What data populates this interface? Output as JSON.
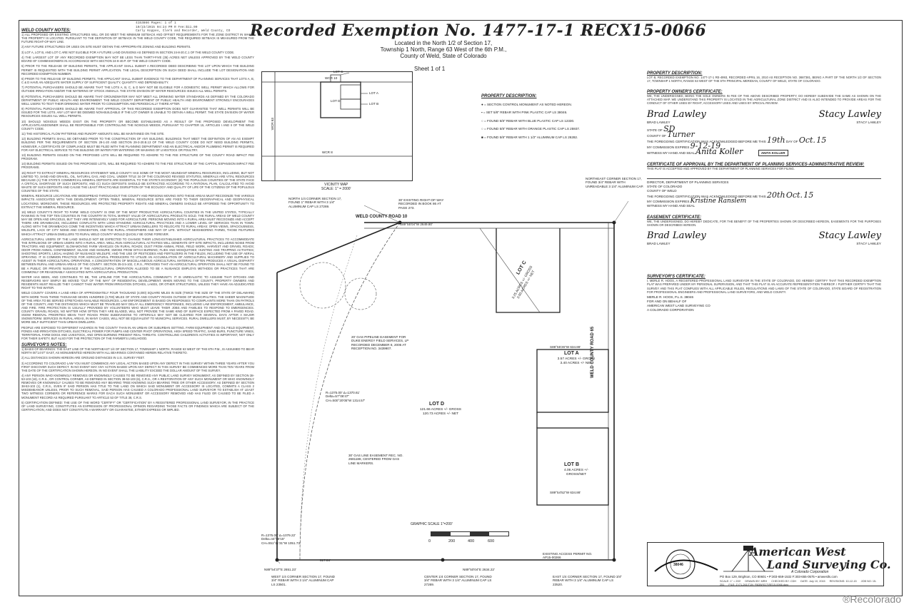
{
  "title": "Recorded Exemption No. 1477-17-1 RECX15-0066",
  "stamp": [
    "4153866 Pages: 1 of 1",
    "10/23/2015 04:24 PM R Fee:$11.00",
    "Carly Koppes, Clerk and Recorder, Weld County, CO"
  ],
  "subtitle": [
    "Located in the North 1/2 of Section 17,",
    "Township 1 North, Range 63 West of the 6th P.M.,",
    "County of Weld, State of Colorado"
  ],
  "sheet": "Sheet 1 of 1",
  "weld_notes": {
    "heading": "WELD COUNTY NOTES:",
    "items": [
      "1) ALL PROPOSED OR EXISTING STRUCTURES WILL OR DO MEET THE MINIMUM SETBACK AND OFFSET REQUIREMENTS FOR THE ZONE DISTRICT IN WHICH THE PROPERTY IS LOCATED. PURSUANT TO THE DEFINITION OF SETBACK IN THE WELD COUNTY CODE, THE REQUIRED SETBACK IS MEASURED FROM THE FUTURE RIGHT-OF-WAY LINE.",
      "2) ANY FUTURE STRUCTURES OR USES ON SITE MUST OBTAIN THE APPROPRIATE ZONING AND BUILDING PERMITS.",
      "3) LOT A, LOT B, AND LOT C ARE NOT ELIGIBLE FOR A FUTURE LAND DIVISIONS AS DEFINED IN SECTION 24-8-20.C.1 OF THE WELD COUNTY CODE.",
      "4) THE LARGEST LOT OF ANY RECORDED EXEMPTION MAY NOT BE LESS THAN THIRTY-FIVE (35) ACRES NET UNLESS APPROVED BY THE WELD COUNTY BOARD OF COMMISSIONERS IN ACCORDANCE WITH SECTION 24-8-40.P. OF THE WELD COUNTY CODE.",
      "5) PRIOR TO THE RELEASE OF BUILDING PERMITS, THE APPLICANT SHALL SUBMIT A RECORDED DEED DESCRIBING THE LOT UPON WHICH THE BUILDING PERMIT IS REQUESTED WITH THE BUILDING PERMIT APPLICATION. THE LEGAL DESCRIPTION ON SUCH DEED SHALL INCLUDE THE LOT DESIGNATION AND RECORDED EXEMPTION NUMBER.",
      "6) PRIOR TO THE RELEASE OF BUILDING PERMITS, THE APPLICANT SHALL SUBMIT EVIDENCE TO THE DEPARTMENT OF PLANNING SERVICES THAT LOTS A, B, C & D HAVE AN ADEQUATE WATER SUPPLY OF SUFFICIENT QUALITY, QUANTITY AND DEPENDABILITY.",
      "7) POTENTIAL PURCHASERS SHOULD BE AWARE THAT THE LOTS A, B, C, & D MAY NOT BE ELIGIBLE FOR A DOMESTIC WELL PERMIT WHICH ALLOWS FOR OUTSIDE IRRIGATION AND/OR THE WATERING OF STOCK ANIMALS. THE STATE DIVISION OF WATER RESOURCES ISSUES ALL WELL PERMITS.",
      "8) POTENTIAL PURCHASERS SHOULD BE AWARE THAT GROUNDWATER MAY NOT MEET ALL DRINKING WATER STANDARDS AS DEFINED BY THE COLORADO DEPARTMENT OF PUBLIC HEALTH AND ENVIRONMENT. THE WELD COUNTY DEPARTMENT OF PUBLIC HEALTH AND ENVIRONMENT STRONGLY ENCOURAGES WELL USERS TO TEST THEIR DRINKING WATER PRIOR TO CONSUMPTION AND PERIODICALLY THERE AFTER.",
      "9) POTENTIAL PURCHASERS SHOULD BE AWARE THAT APPROVAL OF THIS RECORDED EXEMPTION DOES NOT GUARANTEE THAT WELL PERMITS WILL BE ISSUED FOR THE LOTS. ANY LOT MAY BE DEEMED NON-BUILDABLE IF THE LOT OWNER IS UNABLE TO OBTAIN A WELL PERMIT. THE STATE DIVISION OF WATER RESOURCES ISSUES ALL WELL PERMITS.",
      "10) SHOULD NOXIOUS WEEDS EXIST ON THE PROPERTY OR BECOME ESTABLISHED AS A RESULT OF THE PROPOSED DEVELOPMENT THE APPLICANT/LANDOWNER SHALL BE RESPONSIBLE FOR CONTROLLING THE NOXIOUS WEEDS, PURSUANT TO CHAPTER 15, ARTICLES I AND II OF THE WELD COUNTY CODE.",
      "11) THE HISTORICAL FLOW PATTERNS AND RUNOFF AMOUNTS WILL BE MAINTAINED ON THE SITE.",
      "12) BUILDING PERMITS SHALL BE OBTAINED PRIOR TO THE CONSTRUCTION OF ANY BUILDING. BUILDINGS THAT MEET THE DEFINITION OF AN AG EXEMPT BUILDING PER THE REQUIREMENTS OF SECTION 29-1-20 AND SECTION 29-3-20.B.13 OF THE WELD COUNTY CODE DO NOT NEED BUILDING PERMITS, HOWEVER, A CERTIFICATE OF COMPLIANCE MUST BE FILED WITH THE PLANNING DEPARTMENT AND AN ELECTRICAL AND/OR PLUMBING PERMIT IS REQUIRED FOR ANY ELECTRICAL SERVICE TO THE BUILDING OR WATER FOR WATERING OR WASHING OF LIVESTOCK OR POULTRY.",
      "13) BUILDING PERMITS ISSUED ON THE PROPOSED LOTS WILL BE REQUIRED TO ADHERE TO THE FEE STRUCTURE OF THE COUNTY ROAD IMPACT FEE PROGRAM.",
      "14) BUILDING PERMITS ISSUED ON THE PROPOSED LOTS, WILL BE REQUIRED TO ADHERE TO THE FEE STRUCTURE OF THE CAPITAL EXPANSION IMPACT FEE PROGRAMS.",
      "15) RIGHT TO EXTRACT MINERAL RESOURCES STATEMENT: WELD COUNTY HAS SOME OF THE MOST ABUNDANT MINERAL RESOURCES, INCLUDING, BUT NOT LIMITED TO, SAND AND GRAVEL, OIL, NATURAL GAS, AND COAL. UNDER TITLE 34 OF THE COLORADO REVISED STATUTES, MINERALS ARE VITAL RESOURCES BECAUSE (A) THE STATE'S COMMERCIAL MINERAL DEPOSITS ARE ESSENTIAL TO THE STATE'S ECONOMY; (B) THE POPULOUS COUNTIES OF THE STATE FACE A CRITICAL SHORTAGE OF SUCH DEPOSITS; AND (C) SUCH DEPOSITS SHOULD BE EXTRACTED ACCORDING TO A RATIONAL PLAN, CALCULATED TO AVOID WASTE OF SUCH DEPOSITS AND CAUSE THE LEAST PRACTICABLE DISRUPTION OF THE ECOLOGY AND QUALITY OF LIFE OF THE CITIZENS OF THE POPULOUS COUNTIES OF THE STATE.",
      "MINERAL RESOURCE LOCATIONS ARE WIDESPREAD THROUGHOUT THE COUNTY AND PERSONS MOVING INTO THESE AREAS MUST RECOGNIZE THE VARIOUS IMPACTS ASSOCIATED WITH THIS DEVELOPMENT. OFTEN TIMES, MINERAL RESOURCE SITES ARE FIXED TO THEIR GEOGRAPHICAL AND GEOPHYSICAL LOCATIONS. MOREOVER, THESE RESOURCES ARE PROTECTED PROPERTY RIGHTS AND MINERAL OWNERS SHOULD BE AFFORDED THE OPPORTUNITY TO EXTRACT THE MINERAL RESOURCE.",
      "16) WELD COUNTY'S RIGHT TO FARM: WELD COUNTY IS ONE OF THE MOST PRODUCTIVE AGRICULTURAL COUNTIES IN THE UNITED STATES, TYPICALLY RANKING IN THE TOP TEN COUNTIES IN THE COUNTRY IN TOTAL MARKET VALUE OF AGRICULTURAL PRODUCTS SOLD. THE RURAL AREAS OF WELD COUNTY MAY BE OPEN AND SPACIOUS, BUT THEY ARE INTENSIVELY USED FOR AGRICULTURE. PERSONS MOVING INTO A RURAL AREA MUST RECOGNIZE AND ACCEPT THERE ARE DRAWBACKS, INCLUDING CONFLICTS WITH LONG-STANDING AGRICULTURAL PRACTICES AND A LOWER LEVEL OF SERVICES THAN IN TOWN. ALONG WITH THE DRAWBACKS COME THE INCENTIVES WHICH ATTRACT URBAN DWELLERS TO RELOCATE TO RURAL AREAS: OPEN VIEWS, SPACIOUSNESS, WILDLIFE, LACK OF CITY NOISE AND CONGESTION, AND THE RURAL ATMOSPHERE AND WAY OF LIFE. WITHOUT NEIGHBORING FARMS, THOSE FEATURES WHICH ATTRACT URBAN DWELLERS TO RURAL WELD COUNTY WOULD QUICKLY BE GONE FOREVER.",
      "AGRICULTURAL USERS OF THE LAND SHOULD NOT BE EXPECTED TO CHANGE THEIR LONG-ESTABLISHED AGRICULTURAL PRACTICES TO ACCOMMODATE THE INTRUSIONS OF URBAN USERS INTO A RURAL AREA. WELL-RUN AGRICULTURAL ACTIVITIES WILL GENERATE OFF-SITE IMPACTS, INCLUDING NOISE FROM TRACTORS AND EQUIPMENT; SLOW-MOVING FARM VEHICLES ON RURAL ROADS; DUST FROM ANIMAL PENS, FIELD WORK, HARVEST AND GRAVEL ROADS; ODOR FROM ANIMAL CONFINEMENT, SILAGE AND MANURE; SMOKE FROM DITCH BURNING; FLIES AND MOSQUITOES; HUNTING AND TRAPPING ACTIVITIES; SHOOTING SPORTS, LEGAL HAZING OF NUISANCE WILDLIFE; AND THE USE OF PESTICIDES AND FERTILIZERS IN THE FIELDS, INCLUDING THE USE OF AERIAL SPRAYING. IT IS COMMON PRACTICE FOR AGRICULTURAL PRODUCERS TO UTILIZE AN ACCUMULATION OF AGRICULTURAL MACHINERY AND SUPPLIES TO ASSIST IN THEIR AGRICULTURAL OPERATIONS. A CONCENTRATION OF MISCELLANEOUS AGRICULTURAL MATERIALS OFTEN PRODUCES A VISUAL DISPARITY BETWEEN RURAL AND URBAN AREAS OF THE COUNTY. SECTION 35-3.5-102, C.R.S., PROVIDES THAT AN AGRICULTURAL OPERATION SHALL NOT BE FOUND TO BE A PUBLIC OR PRIVATE NUISANCE IF THE AGRICULTURAL OPERATION ALLEGED TO BE A NUISANCE EMPLOYS METHODS OR PRACTICES THAT ARE COMMONLY OR REASONABLY ASSOCIATED WITH AGRICULTURAL PRODUCTION.",
      "WATER HAS BEEN, AND CONTINUES TO BE, THE LIFELINE FOR THE AGRICULTURAL COMMUNITY. IT IS UNREALISTIC TO ASSUME THAT DITCHES AND RESERVOIRS MAY SIMPLY BE MOVED \"OUT OF THE WAY\" OF RESIDENTIAL DEVELOPMENT. WHEN MOVING TO THE COUNTY, PROPERTY OWNERS AND RESIDENTS MUST REALIZE THEY CANNOT TAKE WATER FROM IRRIGATION DITCHES, LAKES, OR OTHER STRUCTURES, UNLESS THEY HAVE AN ADJUDICATED RIGHT TO THE WATER.",
      "WELD COUNTY COVERS A LAND AREA OF APPROXIMATELY FOUR THOUSAND (4,000) SQUARE MILES IN SIZE (TWICE THE SIZE OF THE STATE OF DELAWARE) WITH MORE THAN THREE THOUSAND SEVEN HUNDRED (3,700) MILES OF STATE AND COUNTY ROADS OUTSIDE OF MUNICIPALITIES. THE SHEER MAGNITUDE OF THE AREA TO BE SERVED STRETCHES AVAILABLE RESOURCES. LAW ENFORCEMENT IS BASED ON RESPONSES TO COMPLAINTS MORE THAN ON PATROLS OF THE COUNTY, AND THE DISTANCES WHICH MUST BE TRAVELED MAY DELAY ALL EMERGENCY RESPONSES, INCLUDING LAW ENFORCEMENT, AMBULANCE, AND FIRE. FIRE PROTECTION IS USUALLY PROVIDED BY VOLUNTEERS WHO MUST LEAVE THEIR JOBS AND FAMILIES TO RESPOND TO EMERGENCIES. COUNTY GRAVEL ROADS, NO MATTER HOW OFTEN THEY ARE BLADED, WILL NOT PROVIDE THE SAME KIND OF SURFACE EXPECTED FROM A PAVED ROAD. SNOW REMOVAL PRIORITIES MEAN THAT ROADS FROM SUBDIVISIONS TO ARTERIALS MAY NOT BE CLEARED FOR SEVERAL DAYS AFTER A MAJOR SNOWSTORM. SERVICES IN RURAL AREAS, IN MANY CASES, WILL NOT BE EQUIVALENT TO MUNICIPAL SERVICES. RURAL DWELLERS MUST, BY NECESSITY, BE MORE SELF-SUFFICIENT THAN URBAN DWELLERS.",
      "PEOPLE ARE EXPOSED TO DIFFERENT HAZARDS IN THE COUNTY THAN IN AN URBAN OR SUBURBAN SETTING. FARM EQUIPMENT AND OIL FIELD EQUIPMENT, PONDS AND IRRIGATION DITCHES, ELECTRICAL POWER FOR PUMPS AND CENTER PIVOT OPERATIONS, HIGH SPEED TRAFFIC, SAND BURS, PUNCTURE VINES, TERRITORIAL FARM DOGS AND LIVESTOCK, AND OPEN BURNING PRESENT REAL THREATS. CONTROLLING CHILDREN'S ACTIVITIES IS IMPORTANT, NOT ONLY FOR THEIR SAFETY, BUT ALSO FOR THE PROTECTION OF THE FARMER'S LIVELIHOOD."
    ]
  },
  "surveyor_notes": {
    "heading": "SURVEYOR'S NOTES:",
    "items": [
      "1) BASIS OF BEARINGS: THE EAST LINE OF THE NORTHEAST 1/4 OF SECTION 17, TOWNSHIP 1 NORTH, RANGE 63 WEST OF THE 6TH P.M., IS ASSUMED TO BEAR NORTH 00°14'47\" EAST, AS MONUMENTED HEREON WITH ALL BEARINGS CONTAINED HEREIN RELATIVE THERETO.",
      "2) ALL DISTANCES SHOWN HEREON ARE GROUND DISTANCES IN U.S. SURVEY FEET.",
      "3) ACCORDING TO COLORADO LAW YOU MUST COMMENCE ANY LEGAL ACTION BASED UPON ANY DEFECT IN THIS SURVEY WITHIN THREE YEARS AFTER YOU FIRST DISCOVER SUCH DEFECT. IN NO EVENT MAY ANY ACTION BASED UPON ANY DEFECT IN THIS SURVEY BE COMMENCED MORE THAN TEN YEARS FROM THE DATE OF THE CERTIFICATION SHOWN HEREON. IN NO EVENT SHALL THE LIABILITY EXCEED THE DOLLAR AMOUNT OF THE SURVEY.",
      "4) ANY PERSON WHO KNOWINGLY REMOVES OR KNOWINGLY CAUSES TO BE REMOVED ANY PUBLIC LAND SURVEY MONUMENT, AS DEFINED BY SECTION 38-53-103 (18), C.R.S., OR CONTROL CORNER, AS DEFINED IN SECTION 38-53-103 (6), C.R.S., OR A RESTORATION OF ANY SUCH MONUMENT OR WHO KNOWINGLY REMOVES OR KNOWINGLY CAUSES TO BE REMOVED ANY BEARING TREE KNOWING SUCH BEARING TREE OR OTHER ACCESSORY, AS DEFINED BY SECTION 38-53-103 (1), C.R.S., EVEN IF SAID PERSON HAS TITLE TO THE LAND ON WHICH SAID MONUMENT OR ACCESSORY IS LOCATED, COMMITS A CLASS 2 MISDEMEANOR UNLESS, PRIOR TO SUCH REMOVAL, SAID PERSON HAS CAUSED A COLORADO PROFESSIONAL LAND SURVEYOR TO ESTABLISH AT LEAST TWO WITNESS CORNERS OR REFERENCE MARKS FOR EACH SUCH MONUMENT OR ACCESSORY REMOVED AND HAS FILED OR CAUSED TO BE FILED A MONUMENT RECORD AS REQUIRED PURSUANT TO ARTICLE 53 OF TITLE 38, C.R.S.",
      "5) CERTIFICATION DEFINED: THE USE OF THE WORD \"CERTIFY\" OR \"CERTIFICATION\" BY A REGISTERED PROFESSIONAL LAND SURVEYOR, IN THE PRACTICE OF LAND SURVEYING, CONSTITUTES AN EXPRESSION OF PROFESSIONAL OPINION REGARDING THOSE FACTS OR FINDINGS WHICH ARE SUBJECT OF THE CERTIFICATION, AND DOES NOT CONSTITUTE A WARRANTY OR GUARANTEE, EITHER EXPRESS OR IMPLIED."
    ]
  },
  "property_legend": {
    "heading": "PROPERTY DESCRIPTION:",
    "items": [
      "● = SECTION CONTROL MONUMENT AS NOTED HEREON.",
      "▪ = SET 5/8\" REBAR WITH PINK PLASTIC CAP LS 38046.",
      "○ = FOUND 5/8\" REBAR WITH BLUE PLASTIC CAP LS 12330.",
      "○ = FOUND 5/8\" REBAR WITH ORANGE PLASTIC CAP LS 25937.",
      "■ = FOUND 5/8\" REBAR WITH 1 1/2\" ALUMINUM CAP LS 26282."
    ]
  },
  "vicinity": {
    "labels": [
      "WCR 10",
      "WCR 8",
      "WCR 63",
      "LOT C",
      "LOT D",
      "LOT A",
      "LOT B"
    ],
    "caption": [
      "VICINITY MAP",
      "SCALE: 1\" = 2000'"
    ]
  },
  "map": {
    "road_north": "WELD COUNTY ROAD 10",
    "road_east": "WELD COUNTY ROAD 65",
    "lot_d": {
      "name": "LOT D",
      "area": [
        "121.66 ACRES +/- GROSS",
        "120.73 ACRES +/- NET"
      ]
    },
    "lot_a": {
      "name": "LOT A",
      "area": [
        "3.57 ACRES +/- GROSS",
        "3.40 ACRES +/- NET"
      ]
    },
    "lot_b": {
      "name": "LOT B",
      "area": [
        "4.06 ACRES +/-",
        "GROSS/NET"
      ]
    },
    "lot_c": {
      "name": "LOT C",
      "area": [
        "3.25 ACRES +/- GROSS",
        "3.00 ACRES +/- NET"
      ]
    },
    "labels": {
      "nw": "NORTH 1/4 CORNER SECTION 17, FOUND 1\" REBAR WITH 3 1/4\" ALUMINUM CAP LS 27269.",
      "ne": "NORTHEAST CORNER SECTION 17, FOUND 3/4\" REBAR WITH UNREADABLE 3 1/4\" ALUMINUM CAP.",
      "row": "30' EXISTING RIGHT-OF-WAY RECORDED IN BOOK 86 AT PAGE 273.",
      "easement": "20' GAS PIPELINE EASEMENT FOR DUKE ENERGY FIELD SERVICES, LP RECORDED DECEMBER 8, 2006 AT RECEPTION NO. 3439907.",
      "gasline": "30' GAS LINE EASEMENT REC. NO. 2681188, CENTERED FROM GAS LINE MARKERS.",
      "curve1": "R=1375.00' Δ=1370.61' Delta=57°06'47\" CH=S00°20'05\"W 1314.57'",
      "curve2": "R=1375.00' Δ=1079.22' Delta=44°58'15\" CH=S51°11'31\"W 1051.73'",
      "sw": "WEST 1/4 CORNER SECTION 17, FOUND 3/4\" REBAR WITH 3 1/4\" ALUMINUM CAP LS 23501.",
      "s": "CENTER 1/4 CORNER SECTION 17, FOUND 3/4\" REBAR WITH 3 1/4\" ALUMINUM CAP LS 27269.",
      "se": "EAST 1/4 CORNER SECTION 17, FOUND 3/4\" REBAR WITH 3 1/4\" ALUMINUM CAP LS 23520.",
      "access": "EXISTING ACCESS PERMIT NO. AP15-00266",
      "bearing_n": "S89°55'04\"W 2649.80'",
      "bearing_s1": "N89°54'37\"E 2651.23'",
      "bearing_s2": "N89°50'04\"E 2634.22'",
      "bearing_lota": "S89°55'26\"W 634.86'",
      "bearing_lotb": "S89°54'52\"W 634.86'",
      "dist_817": "817.84'"
    },
    "graphic_scale": "GRAPHIC SCALE 1\"=200'",
    "scale_ticks": [
      "0",
      "200",
      "400",
      "600"
    ]
  },
  "property_description": {
    "heading": "PROPERTY DESCRIPTION:",
    "text": "LOT B, RECORDED EXEMPTION NO. 1477-17-1 RE-4993, RECORDED APRIL 16, 2010 AS RECEPTION NO. 3687381, BEING A PART OF THE NORTH 1/2 OF SECTION 17, TOWNSHIP 1 NORTH, RANGE 63 WEST OF THE 6TH PRINCIPAL MERIDIAN, COUNTY OF WELD, STATE OF COLORADO."
  },
  "owners_cert": {
    "heading": "PROPERTY OWNER'S CERTIFICATE:",
    "text": "WE, THE UNDERSIGNED, BEING THE SOLE OWNERS IN FEE OF THE ABOVE DESCRIBED PROPERTY, DO HEREBY SUBDIVIDE THE SAME AS SHOWN ON THE ATTACHED MAP. WE UNDERSTAND THIS PROPERTY IS LOCATED IN THE AGRICULTURAL ZONE DISTRICT AND IS ALSO INTENDED TO PROVIDE AREAS FOR THE CONDUCT OF OTHER USES BY RIGHT, ACCESSORY USES AND USES BY SPECIAL REVIEW.",
    "sig1": "Brad Lawley",
    "sig2": "Stacy Lawley",
    "name1": "BRAD LAWLEY",
    "name2": "STACY LAWLEY",
    "state_label": "STATE OF",
    "state_val": "SD",
    "county_label": "COUNTY OF",
    "county_val": "Turner",
    "ack": "THE FOREGOING CERTIFICATION WAS ACKNOWLEDGED BEFORE ME THIS",
    "day": "19th",
    "day_of": "DAY OF",
    "month": "Oct.",
    "year": "15",
    "commission": "MY COMMISSION EXPIRES",
    "commission_date": "9-12-19",
    "witness": "WITNESS MY HAND AND SEAL",
    "notary_sig": "Anita Koller",
    "notary_seal": "ANITA KOLLER"
  },
  "planning_cert": {
    "heading": "CERTIFICATE OF APPROVAL BY THE DEPARTMENT OF PLANNING SERVICES-ADMINISTRATIVE REVIEW:",
    "text": "THIS PLAT IS ACCEPTED AND APPROVED BY THE DEPARTMENT OF PLANNING SERVICES FOR FILING.",
    "director": "DIRECTOR, DEPARTMENT OF PLANNING SERVICES",
    "state_label": "STATE OF COLORADO",
    "county_label": "COUNTY OF WELD",
    "ack": "THE FOREGOING CERTIFICATION WAS ACKNOWLEDGED BEFORE ME THIS",
    "day": "20th",
    "month": "Oct.",
    "year": "15",
    "commission": "MY COMMISSION EXPIRES",
    "witness": "WITNESS MY HAND AND SEAL",
    "notary_name": "Kristine Ranslem"
  },
  "easement_cert": {
    "heading": "EASEMENT CERTIFICATE:",
    "text": "WE, THE UNDERSIGNED, DO HEREBY DEDICATE, FOR THE BENEFIT OF THE PROPERTIES SHOWN OR DESCRIBED HEREON, EASEMENTS FOR THE PURPOSES SHOWN OR DESCRIBED HEREON.",
    "name1": "BRAD LAWLEY",
    "name2": "STACY LAWLEY"
  },
  "surveyor_cert": {
    "heading": "SURVEYOR'S CERTIFICATE:",
    "text": "I, MERLE R. HOOS, A REGISTERED PROFESSIONAL LAND SURVEYOR IN THE STATE OF COLORADO, DO HEREBY CERTIFY THAT THIS RECORDED EXEMPTION PLAT WAS PREPARED UNDER MY PERSONAL SUPERVISION, AND THAT THIS PLAT IS AN ACCURATE REPRESENTATION THEREOF. I FURTHER CERTIFY THAT THE SURVEY AND THIS PLAT COMPLIES WITH ALL APPLICABLE RULES, REGULATIONS AND LAWS OF THE STATE OF COLORADO, STATE BOARD OF REGISTRATION FOR PROFESSIONAL ENGINEERS AND PROFESSIONAL LAND SURVEYORS, AND WELD COUNTY.",
    "name": "MERLE R. HOOS, P.L.S. 38046",
    "for": "FOR AND ON BEHALF OF",
    "company": "AMERICAN WEST LAND SURVEYING CO",
    "corp": "A COLORADO CORPORATION",
    "seal": "38046"
  },
  "logo": {
    "line1": "American West",
    "line2": "Land Surveying Co.",
    "corp": "A Colorado Corporation",
    "address": "PO Box 129, Brighton, CO 80601 • P:303-659-1532 F:303-655-0575 • amwestls.com",
    "block": [
      "SCALE: 1\" = 200'",
      "DRAWN BY: MRH",
      "CHECKED BY: CDH",
      "DATE: July 10, 2015",
      "REVISIONS: 10-12-15",
      "JOB NO: 15-251",
      "FILE: Z:\\71-261\\T1N_R63W\\S17\\RE15-0066.dwg"
    ]
  },
  "watermark": "®Recolorado"
}
